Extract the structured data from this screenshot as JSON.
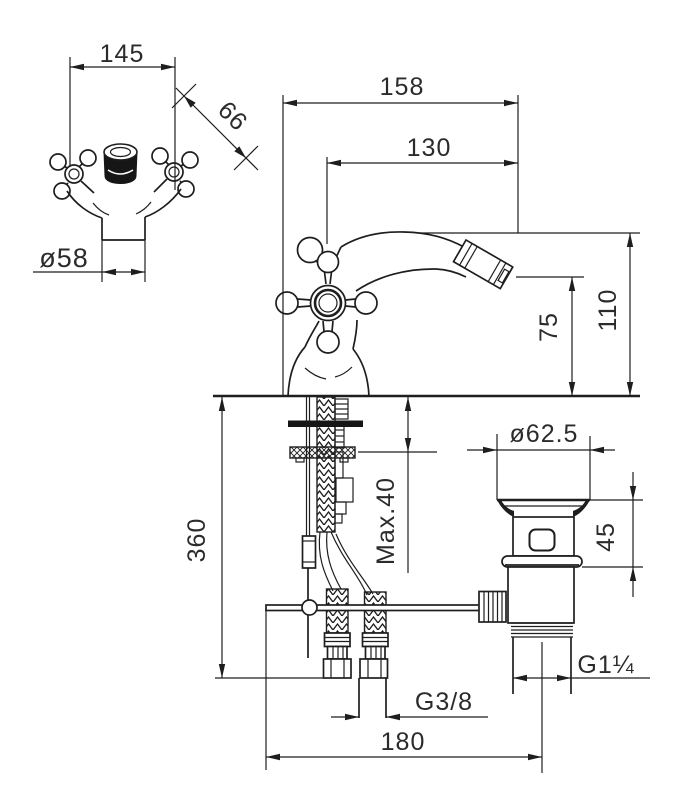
{
  "drawing": {
    "description": "Bidet mixer tap technical dimension drawing",
    "front_view": {
      "overall_width": "145",
      "handle_length": "66",
      "base_diameter": "ø58"
    },
    "side_view": {
      "overall_depth": "158",
      "spout_reach": "130",
      "overall_height": "110",
      "outlet_height": "75"
    },
    "installation": {
      "below_deck_length": "360",
      "max_deck_thickness": "Max.40",
      "supply_thread": "G3/8",
      "drain_offset": "180"
    },
    "drain": {
      "flange_diameter": "ø62.5",
      "body_height": "45",
      "waste_thread": "G1¼"
    }
  }
}
